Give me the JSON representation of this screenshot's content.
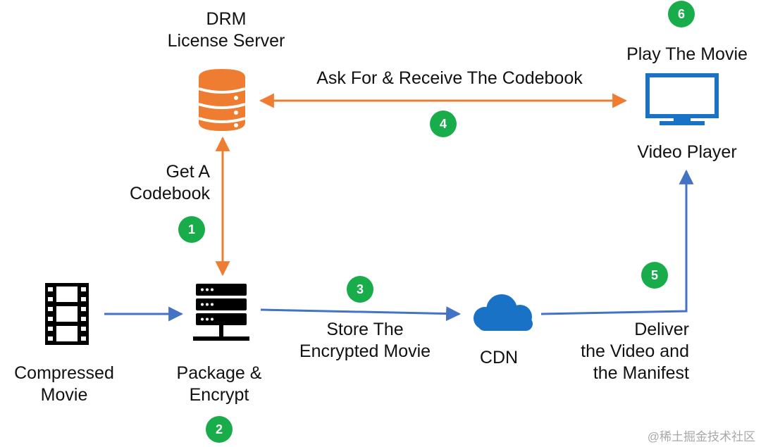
{
  "nodes": {
    "drm_server": {
      "line1": "DRM",
      "line2": "License Server",
      "icon": "database-icon"
    },
    "compressed_movie": {
      "line1": "Compressed",
      "line2": "Movie",
      "icon": "film-strip-icon"
    },
    "package_encrypt": {
      "line1": "Package &",
      "line2": "Encrypt",
      "icon": "server-rack-icon"
    },
    "cdn": {
      "label": "CDN",
      "icon": "cloud-icon"
    },
    "video_player": {
      "title": "Play The Movie",
      "label": "Video Player",
      "icon": "monitor-icon"
    }
  },
  "edges": {
    "get_codebook": {
      "line1": "Get A",
      "line2": "Codebook",
      "step": "1"
    },
    "package": {
      "step": "2"
    },
    "store": {
      "line1": "Store The",
      "line2": "Encrypted Movie",
      "step": "3"
    },
    "ask_receive": {
      "label": "Ask For & Receive The Codebook",
      "step": "4"
    },
    "deliver": {
      "line1": "Deliver",
      "line2": "the Video and",
      "line3": "the Manifest",
      "step": "5"
    },
    "play": {
      "step": "6"
    }
  },
  "watermark": "@稀土掘金技术社区",
  "colors": {
    "orange_flow": "#ee7d31",
    "blue_flow": "#4472c4",
    "badge_green": "#19ac4a",
    "cloud_blue": "#1a72c7",
    "monitor_blue": "#1a72c7",
    "icon_black": "#000000"
  }
}
